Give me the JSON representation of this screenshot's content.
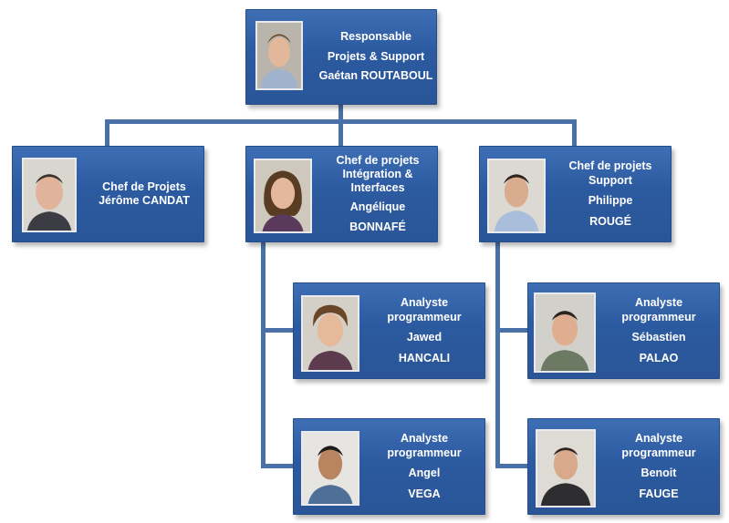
{
  "colors": {
    "box": "#2c5aa0",
    "connector": "#4a70a8",
    "text": "#ffffff"
  },
  "people": {
    "routaboul": {
      "role_line1": "Responsable",
      "role_line2": "Projets & Support",
      "name": "Gaétan ROUTABOUL",
      "photo": "portrait-photo"
    },
    "candat": {
      "role": "Chef  de Projets",
      "name": "Jérôme CANDAT",
      "photo": "portrait-photo"
    },
    "bonnafe": {
      "role_line1": "Chef de projets",
      "role_line2": "Intégration &",
      "role_line3": "Interfaces",
      "first_name": "Angélique",
      "last_name": "BONNAFÉ",
      "photo": "portrait-photo"
    },
    "rouge": {
      "role_line1": "Chef de projets",
      "role_line2": "Support",
      "first_name": "Philippe",
      "last_name": "ROUGÉ",
      "photo": "portrait-photo"
    },
    "hancali": {
      "role_line1": "Analyste",
      "role_line2": "programmeur",
      "first_name": "Jawed",
      "last_name": "HANCALI",
      "photo": "portrait-photo"
    },
    "vega": {
      "role_line1": "Analyste",
      "role_line2": "programmeur",
      "first_name": "Angel",
      "last_name": "VEGA",
      "photo": "portrait-photo"
    },
    "palao": {
      "role_line1": "Analyste",
      "role_line2": "programmeur",
      "first_name": "Sébastien",
      "last_name": "PALAO",
      "photo": "portrait-photo"
    },
    "fauge": {
      "role_line1": "Analyste",
      "role_line2": "programmeur",
      "first_name": "Benoit",
      "last_name": "FAUGE",
      "photo": "portrait-photo"
    }
  }
}
